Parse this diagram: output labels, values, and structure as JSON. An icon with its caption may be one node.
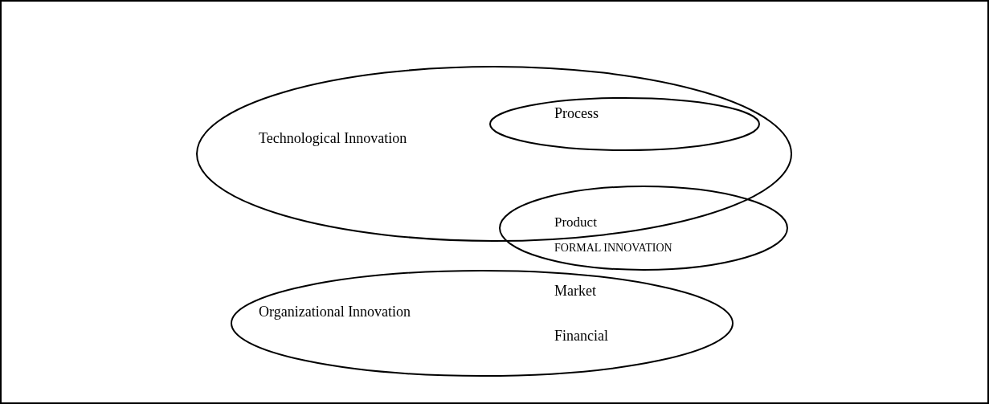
{
  "diagram": {
    "nodes": [
      {
        "text": [
          "Technological Innovation"
        ]
      },
      {
        "text": [
          "Process"
        ],
        "in": 0
      },
      {
        "text": [
          "Product",
          "FORMAL INNOVATION"
        ]
      },
      {
        "text": [
          "Organizational Innovation",
          "Market",
          "Financial"
        ]
      }
    ]
  }
}
